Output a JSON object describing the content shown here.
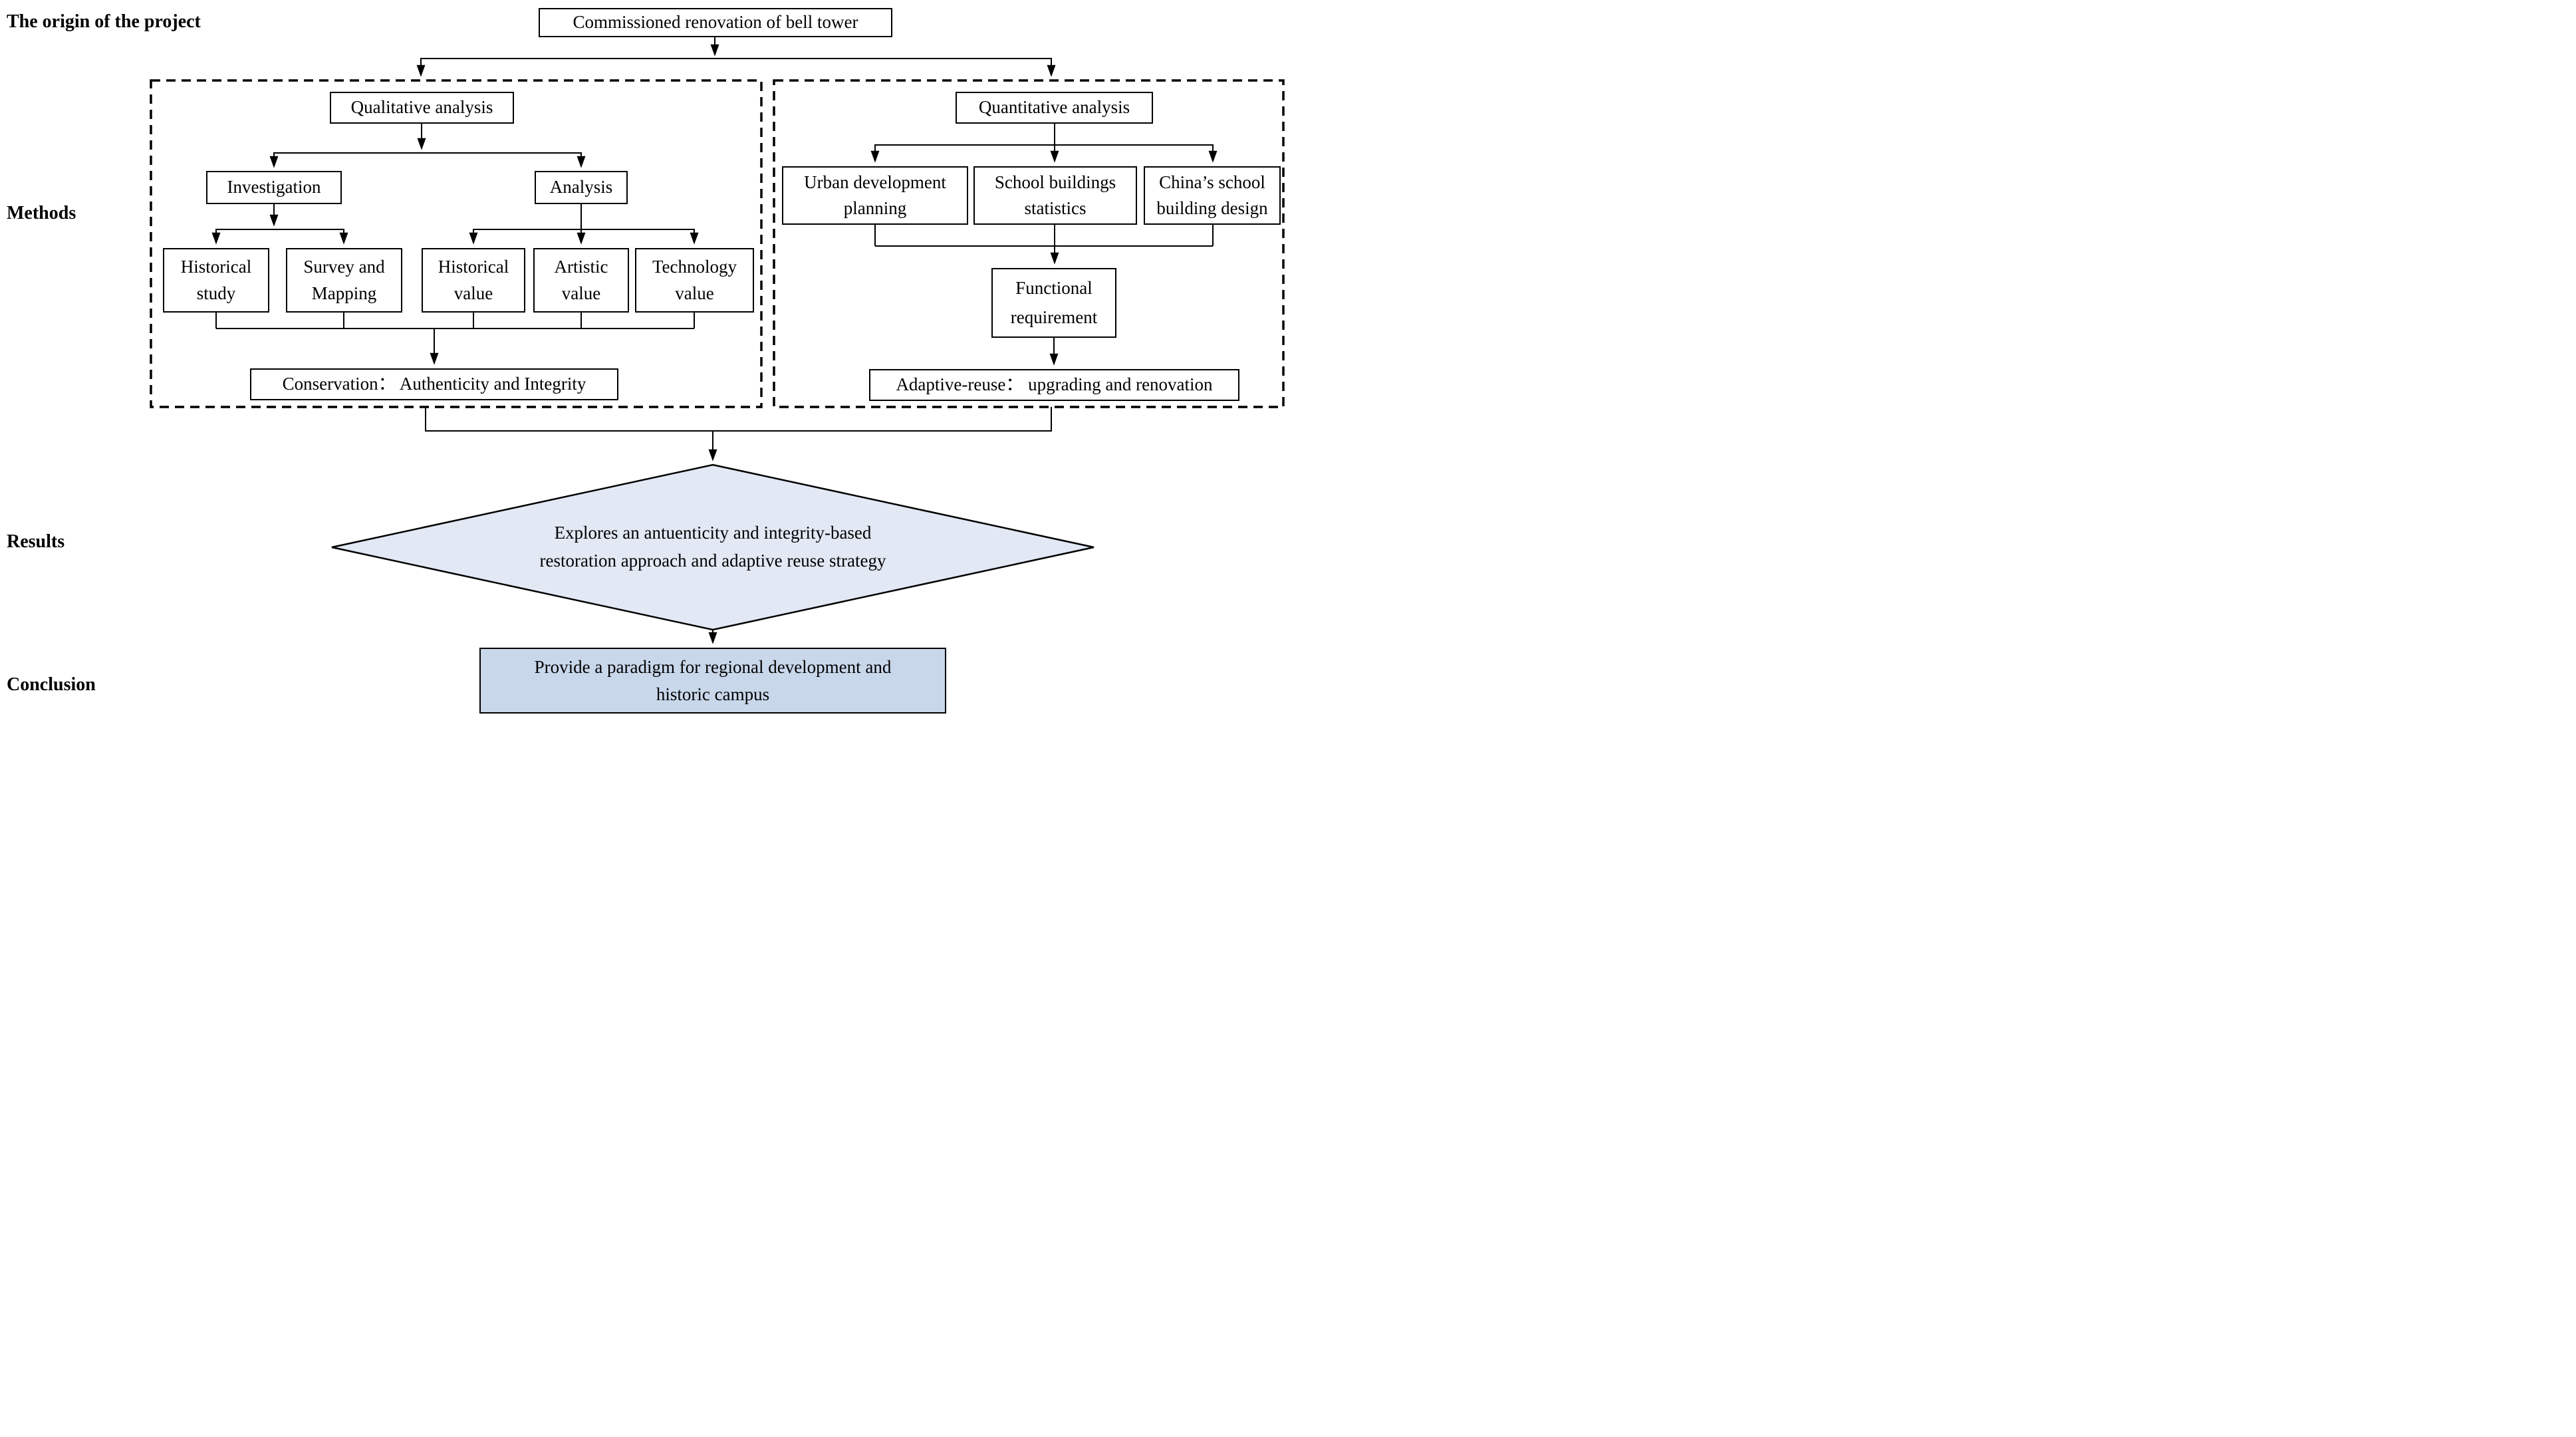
{
  "stage_labels": [
    {
      "label": "The origin of the project"
    },
    {
      "label": "Methods"
    },
    {
      "label": "Results"
    },
    {
      "label": "Conclusion"
    }
  ],
  "nodes": {
    "origin": "Commissioned renovation of bell tower",
    "qualitative": "Qualitative analysis",
    "investigation": "Investigation",
    "analysis": "Analysis",
    "historical_study": "Historical study",
    "survey_mapping": "Survey and Mapping",
    "historical_value": "Historical value",
    "artistic_value": "Artistic value",
    "technology_value": "Technology value",
    "conservation": "Conservation： Authenticity and Integrity",
    "quantitative": "Quantitative analysis",
    "urban_development": "Urban development planning",
    "school_statistics": "School buildings statistics",
    "china_design": "China’s school building design",
    "functional": "Functional requirement",
    "adaptive": "Adaptive-reuse： upgrading and renovation",
    "results_diamond": "Explores an antuenticity and integrity-based restoration approach and adaptive reuse strategy",
    "conclusion": "Provide a paradigm for regional development and historic campus"
  },
  "colors": {
    "line": "#000000",
    "diamond_fill": "#e2e8f4",
    "conclusion_fill": "#c9d7eb",
    "background": "#ffffff"
  }
}
